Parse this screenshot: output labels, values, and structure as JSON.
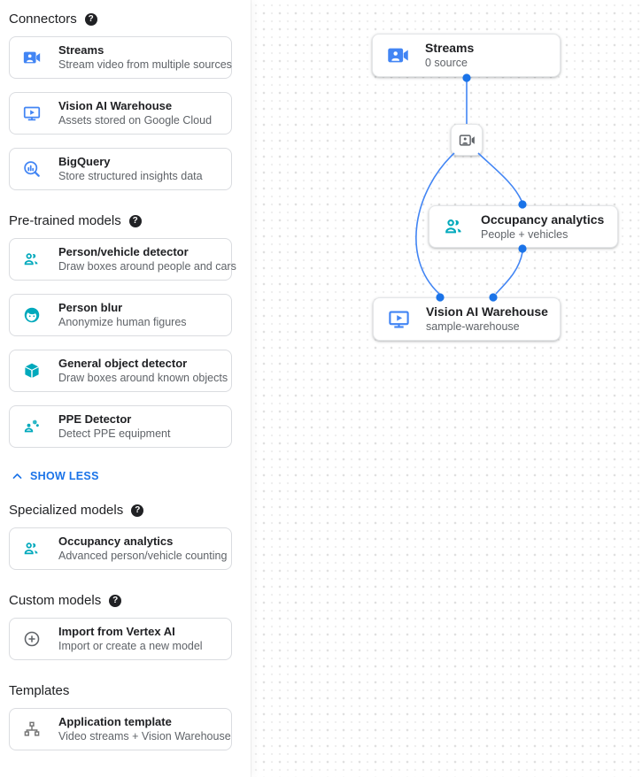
{
  "colors": {
    "accent_blue": "#4285f4",
    "port_blue": "#1a73e8",
    "link_blue": "#1a73e8",
    "teal": "#00a9bc",
    "icon_gray": "#5f6368",
    "title_text": "#202124",
    "subtitle_text": "#5f6368"
  },
  "icons": {
    "help_glyph": "?"
  },
  "sidebar": {
    "show_less_label": "SHOW LESS",
    "sections": [
      {
        "title": "Connectors",
        "has_help": true,
        "cards": [
          {
            "icon": "video-camera-icon",
            "title": "Streams",
            "subtitle": "Stream video from multiple sources"
          },
          {
            "icon": "warehouse-monitor-play-icon",
            "title": "Vision AI Warehouse",
            "subtitle": "Assets stored on Google Cloud"
          },
          {
            "icon": "bigquery-magnifier-chart-icon",
            "title": "BigQuery",
            "subtitle": "Store structured insights data"
          }
        ]
      },
      {
        "title": "Pre-trained models",
        "has_help": true,
        "cards": [
          {
            "icon": "people-icon",
            "title": "Person/vehicle detector",
            "subtitle": "Draw boxes around people and cars"
          },
          {
            "icon": "face-icon",
            "title": "Person blur",
            "subtitle": "Anonymize human figures"
          },
          {
            "icon": "cube-icon",
            "title": "General object detector",
            "subtitle": "Draw boxes around known objects"
          },
          {
            "icon": "person-gear-icon",
            "title": "PPE Detector",
            "subtitle": "Detect PPE equipment"
          }
        ]
      },
      {
        "title": "Specialized models",
        "has_help": true,
        "cards": [
          {
            "icon": "people-icon",
            "title": "Occupancy analytics",
            "subtitle": "Advanced person/vehicle counting"
          }
        ]
      },
      {
        "title": "Custom models",
        "has_help": true,
        "cards": [
          {
            "icon": "plus-circle-icon",
            "title": "Import from Vertex AI",
            "subtitle": "Import or create a new model"
          }
        ]
      },
      {
        "title": "Templates",
        "has_help": false,
        "cards": [
          {
            "icon": "tree-hierarchy-icon",
            "title": "Application template",
            "subtitle": "Video streams + Vision Warehouse"
          }
        ]
      }
    ]
  },
  "canvas": {
    "nodes": {
      "streams": {
        "title": "Streams",
        "subtitle": "0 source",
        "icon": "video-camera-icon"
      },
      "mini": {
        "icon": "video-camera-icon"
      },
      "occupancy": {
        "title": "Occupancy analytics",
        "subtitle": "People + vehicles",
        "icon": "people-icon"
      },
      "warehouse": {
        "title": "Vision AI Warehouse",
        "subtitle": "sample-warehouse",
        "icon": "warehouse-monitor-play-icon"
      }
    }
  }
}
